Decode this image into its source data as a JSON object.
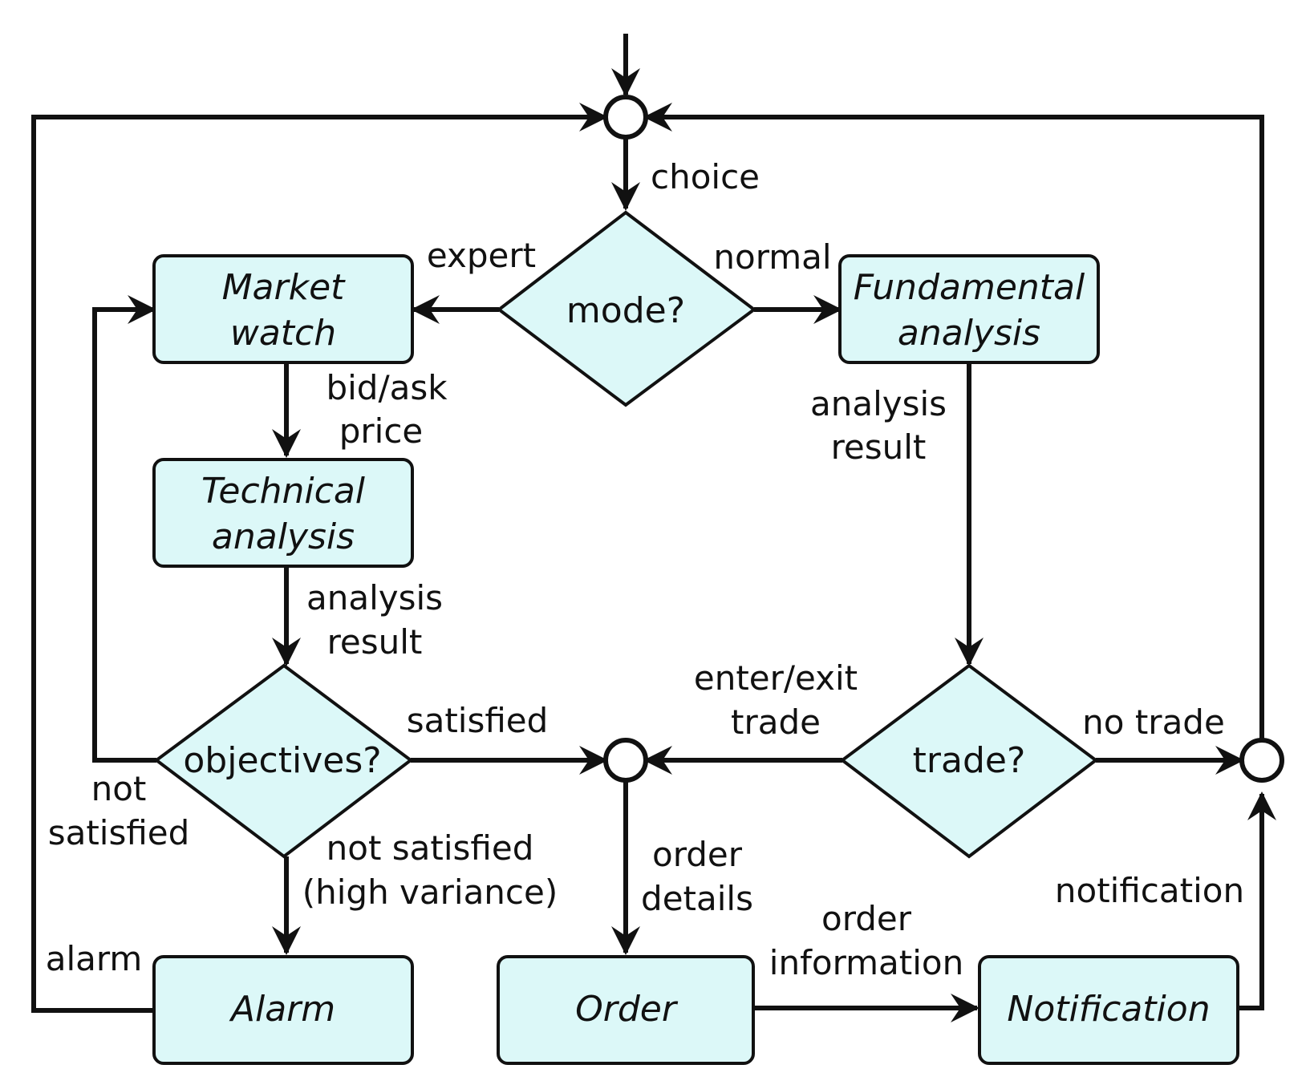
{
  "nodes": {
    "market_watch": [
      "Market",
      "watch"
    ],
    "technical_analysis": [
      "Technical",
      "analysis"
    ],
    "fundamental_analysis": [
      "Fundamental",
      "analysis"
    ],
    "alarm": [
      "Alarm"
    ],
    "order": [
      "Order"
    ],
    "notification": [
      "Notification"
    ]
  },
  "decisions": {
    "mode": "mode?",
    "objectives": "objectives?",
    "trade": "trade?"
  },
  "edges": {
    "choice": [
      "choice"
    ],
    "expert": [
      "expert"
    ],
    "normal": [
      "normal"
    ],
    "bid_ask_price": [
      "bid/ask",
      "price"
    ],
    "analysis_result_left": [
      "analysis",
      "result"
    ],
    "analysis_result_right": [
      "analysis",
      "result"
    ],
    "satisfied": [
      "satisfied"
    ],
    "not_satisfied": [
      "not",
      "satisfied"
    ],
    "not_satisfied_high_variance": [
      "not satisfied",
      "(high variance)"
    ],
    "enter_exit_trade": [
      "enter/exit",
      "trade"
    ],
    "no_trade": [
      "no trade"
    ],
    "order_details": [
      "order",
      "details"
    ],
    "order_information": [
      "order",
      "information"
    ],
    "notification": [
      "notification"
    ],
    "alarm": [
      "alarm"
    ]
  }
}
